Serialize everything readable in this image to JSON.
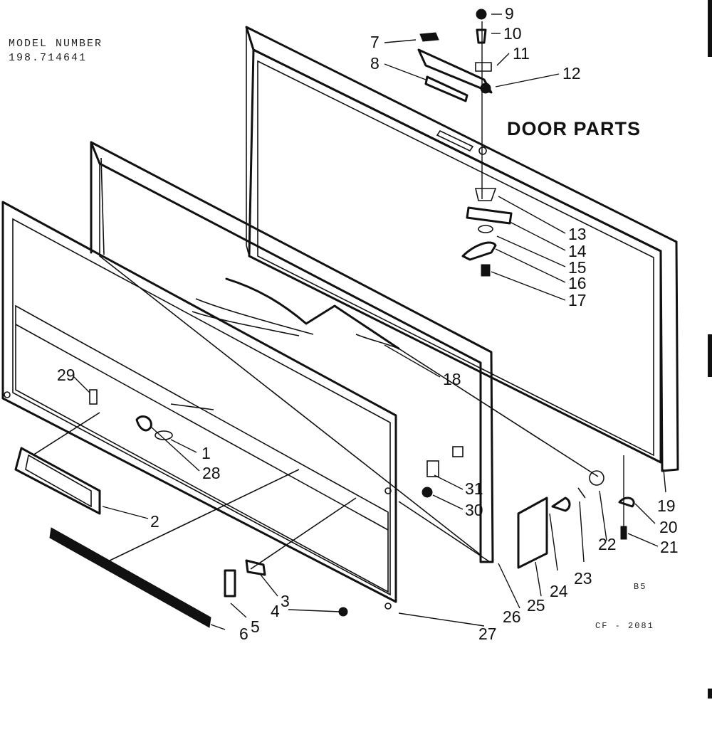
{
  "header": {
    "model_label": "MODEL NUMBER",
    "model_number": "198.714641"
  },
  "title": "DOOR PARTS",
  "codes": {
    "right_code": "B5",
    "drawing_code": "CF - 2081"
  },
  "part_labels": [
    "1",
    "2",
    "3",
    "4",
    "5",
    "6",
    "7",
    "8",
    "9",
    "10",
    "11",
    "12",
    "13",
    "14",
    "15",
    "16",
    "17",
    "18",
    "19",
    "20",
    "21",
    "22",
    "23",
    "24",
    "25",
    "26",
    "27",
    "28",
    "29",
    "30",
    "31"
  ],
  "colors": {
    "ink": "#111111",
    "paper": "#ffffff"
  }
}
